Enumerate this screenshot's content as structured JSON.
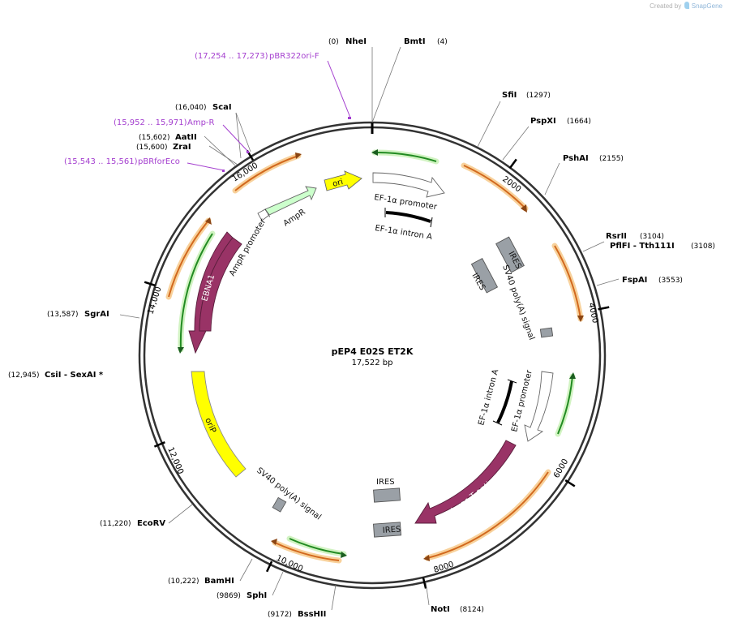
{
  "watermark": {
    "created_by": "Created by",
    "brand": "SnapGene"
  },
  "plasmid": {
    "name": "pEP4 E02S ET2K",
    "length": "17,522 bp"
  },
  "ticks": [
    "2000",
    "4000",
    "6000",
    "8000",
    "10,000",
    "12,000",
    "14,000",
    "16,000"
  ],
  "sites": [
    {
      "id": "nhei",
      "name": "NheI",
      "pos": "(0)"
    },
    {
      "id": "bmti",
      "name": "BmtI",
      "pos": "(4)"
    },
    {
      "id": "sfii",
      "name": "SfiI",
      "pos": "(1297)"
    },
    {
      "id": "pspxi",
      "name": "PspXI",
      "pos": "(1664)"
    },
    {
      "id": "pshai",
      "name": "PshAI",
      "pos": "(2155)"
    },
    {
      "id": "rsrii",
      "name": "RsrII",
      "pos": "(3104)"
    },
    {
      "id": "pflfi",
      "name": "PflFI - Tth111I",
      "pos": "(3108)"
    },
    {
      "id": "fspai",
      "name": "FspAI",
      "pos": "(3553)"
    },
    {
      "id": "noti",
      "name": "NotI",
      "pos": "(8124)"
    },
    {
      "id": "bsshii",
      "name": "BssHII",
      "pos": "(9172)"
    },
    {
      "id": "sphi",
      "name": "SphI",
      "pos": "(9869)"
    },
    {
      "id": "bamhi",
      "name": "BamHI",
      "pos": "(10,222)"
    },
    {
      "id": "ecorv",
      "name": "EcoRV",
      "pos": "(11,220)"
    },
    {
      "id": "csii",
      "name": "CsiI - SexAI *",
      "pos": "(12,945)"
    },
    {
      "id": "sgrai",
      "name": "SgrAI",
      "pos": "(13,587)"
    },
    {
      "id": "zrai",
      "name": "ZraI",
      "pos": "(15,600)"
    },
    {
      "id": "aatii",
      "name": "AatII",
      "pos": "(15,602)"
    },
    {
      "id": "scai",
      "name": "ScaI",
      "pos": "(16,040)"
    }
  ],
  "primers": [
    {
      "id": "pbr322",
      "name": "pBR322ori-F",
      "range": "(17,254 .. 17,273)"
    },
    {
      "id": "ampr",
      "name": "Amp-R",
      "range": "(15,952 .. 15,971)"
    },
    {
      "id": "pbrforeco",
      "name": "pBRforEco",
      "range": "(15,543 .. 15,561)"
    }
  ],
  "features": {
    "ef1a_promoter_top": "EF-1α promoter",
    "ef1a_intron_top": "EF-1α intron A",
    "ori": "ori",
    "ampr": "AmpR",
    "ampr_promoter": "AmpR promoter",
    "ebna1": "EBNA1",
    "ires_1": "IRES",
    "ires_2": "IRES",
    "sv40_1": "SV40 poly(A) signal",
    "ef1a_intron_right": "EF-1α intron A",
    "ef1a_promoter_right": "EF-1α promoter",
    "orip": "oriP",
    "large_t": "large T antigen",
    "ires_3": "IRES",
    "ires_4": "IRES",
    "sv40_2": "SV40 poly(A) signal"
  },
  "colors": {
    "backbone": "#333333",
    "ef1a_promoter": "#ffffff",
    "intron": "#000000",
    "ori": "#ffff00",
    "ampr": "#ccffcc",
    "ebna1": "#993366",
    "ires": "#999999",
    "orip": "#ffff00",
    "orf_green": "#228b22",
    "orf_orange": "#d2691e",
    "primer": "#a43fcf"
  }
}
